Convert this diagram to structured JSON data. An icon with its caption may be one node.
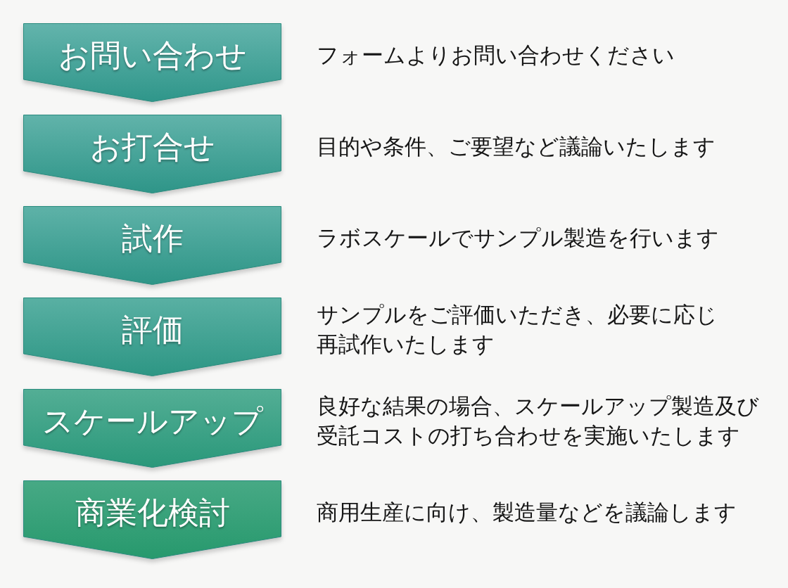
{
  "diagram": {
    "nodes": [
      {
        "text": [
          "お問い合わせ"
        ],
        "beside": [
          "フォームよりお問い合わせください"
        ]
      },
      {
        "text": [
          "お打合せ"
        ],
        "beside": [
          "目的や条件、ご要望など議論いたします"
        ]
      },
      {
        "text": [
          "試作"
        ],
        "beside": [
          "ラボスケールでサンプル製造を行います"
        ]
      },
      {
        "text": [
          "評価"
        ],
        "beside": [
          "サンプルをご評価いただき、必要に応じ再試作いたします"
        ]
      },
      {
        "text": [
          "スケールアップ"
        ],
        "beside": [
          "良好な結果の場合、スケールアップ製造及び受託コストの打ち合わせを実施いたします"
        ]
      },
      {
        "text": [
          "商業化検討"
        ],
        "beside": [
          "商用生産に向け、製造量などを議論します"
        ]
      }
    ]
  }
}
